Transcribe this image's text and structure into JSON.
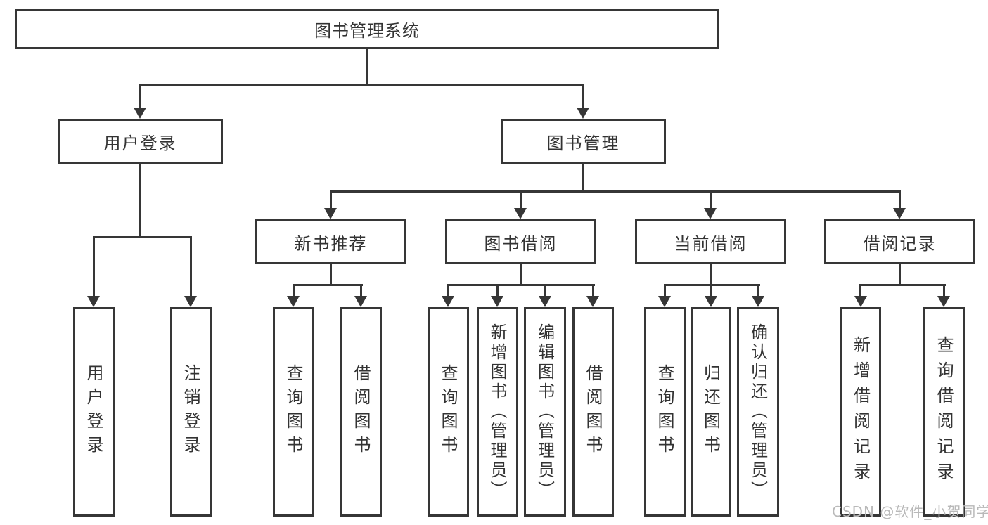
{
  "tree": {
    "root": {
      "label": "图书管理系统",
      "children": [
        {
          "label": "用户登录",
          "children": [
            {
              "label": "用户登录"
            },
            {
              "label": "注销登录"
            }
          ]
        },
        {
          "label": "图书管理",
          "children": [
            {
              "label": "新书推荐",
              "children": [
                {
                  "label": "查询图书"
                },
                {
                  "label": "借阅图书"
                }
              ]
            },
            {
              "label": "图书借阅",
              "children": [
                {
                  "label": "查询图书"
                },
                {
                  "label": "新增图书（管理员）"
                },
                {
                  "label": "编辑图书（管理员）"
                },
                {
                  "label": "借阅图书"
                }
              ]
            },
            {
              "label": "当前借阅",
              "children": [
                {
                  "label": "查询图书"
                },
                {
                  "label": "归还图书"
                },
                {
                  "label": "确认归还（管理员）"
                }
              ]
            },
            {
              "label": "借阅记录",
              "children": [
                {
                  "label": "新增借阅记录"
                },
                {
                  "label": "查询借阅记录"
                }
              ]
            }
          ]
        }
      ]
    }
  },
  "watermark": {
    "text": "CSDN @软件_小贺同学"
  },
  "colors": {
    "line": "#363636",
    "text": "#333333",
    "watermark": "#b9b9b9"
  }
}
